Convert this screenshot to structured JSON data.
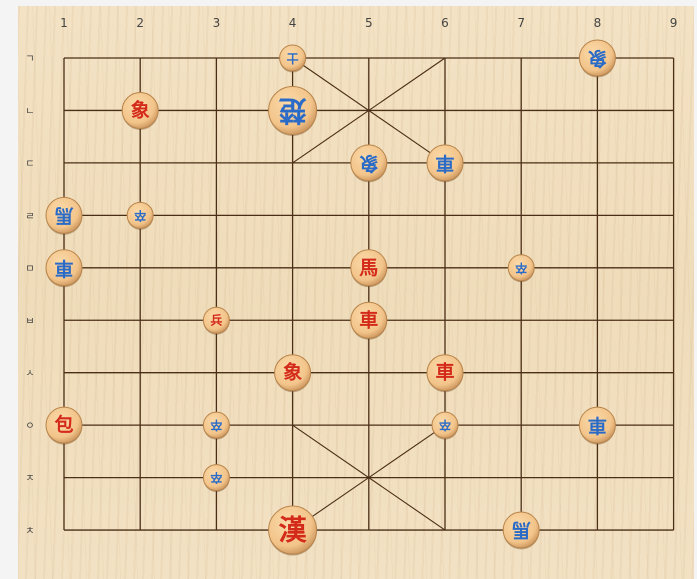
{
  "board": {
    "colors": {
      "line": "#4a2e16",
      "piece_face": "#f2c48a",
      "piece_edge": "#c8915a",
      "red": "#d42a1a",
      "blue": "#2a6bc8"
    },
    "column_labels": [
      "1",
      "2",
      "3",
      "4",
      "5",
      "6",
      "7",
      "8",
      "9"
    ],
    "row_labels": [
      "ㄱ",
      "ㄴ",
      "ㄷ",
      "ㄹ",
      "ㅁ",
      "ㅂ",
      "ㅅ",
      "ㅇ",
      "ㅈ",
      "ㅊ"
    ],
    "pieces": [
      {
        "id": "blue-sa-top",
        "char": "士",
        "side": "blue",
        "col": 4,
        "row": 1,
        "size": "small",
        "rotated": true
      },
      {
        "id": "blue-sang-top-right",
        "char": "象",
        "side": "blue",
        "col": 8,
        "row": 1,
        "size": "medium",
        "rotated": true
      },
      {
        "id": "red-sang-2",
        "char": "象",
        "side": "red",
        "col": 2,
        "row": 2,
        "size": "medium",
        "rotated": false
      },
      {
        "id": "blue-general",
        "char": "楚",
        "side": "blue",
        "col": 4,
        "row": 2,
        "size": "large",
        "rotated": true
      },
      {
        "id": "blue-sang-5",
        "char": "象",
        "side": "blue",
        "col": 5,
        "row": 3,
        "size": "medium",
        "rotated": true
      },
      {
        "id": "blue-cha-6",
        "char": "車",
        "side": "blue",
        "col": 6,
        "row": 3,
        "size": "medium",
        "rotated": true
      },
      {
        "id": "blue-ma-1",
        "char": "馬",
        "side": "blue",
        "col": 1,
        "row": 4,
        "size": "medium",
        "rotated": true
      },
      {
        "id": "blue-jol-2",
        "char": "卒",
        "side": "blue",
        "col": 2,
        "row": 4,
        "size": "small",
        "rotated": true
      },
      {
        "id": "blue-cha-1",
        "char": "車",
        "side": "blue",
        "col": 1,
        "row": 5,
        "size": "medium",
        "rotated": true
      },
      {
        "id": "red-ma-5",
        "char": "馬",
        "side": "red",
        "col": 5,
        "row": 5,
        "size": "medium",
        "rotated": false
      },
      {
        "id": "blue-jol-7",
        "char": "卒",
        "side": "blue",
        "col": 7,
        "row": 5,
        "size": "small",
        "rotated": true
      },
      {
        "id": "red-byeong-3",
        "char": "兵",
        "side": "red",
        "col": 3,
        "row": 6,
        "size": "small",
        "rotated": false
      },
      {
        "id": "red-cha-5",
        "char": "車",
        "side": "red",
        "col": 5,
        "row": 6,
        "size": "medium",
        "rotated": false
      },
      {
        "id": "red-sang-4",
        "char": "象",
        "side": "red",
        "col": 4,
        "row": 7,
        "size": "medium",
        "rotated": false
      },
      {
        "id": "red-cha-6",
        "char": "車",
        "side": "red",
        "col": 6,
        "row": 7,
        "size": "medium",
        "rotated": false
      },
      {
        "id": "red-po-1",
        "char": "包",
        "side": "red",
        "col": 1,
        "row": 8,
        "size": "medium",
        "rotated": false
      },
      {
        "id": "blue-jol-3a",
        "char": "卒",
        "side": "blue",
        "col": 3,
        "row": 8,
        "size": "small",
        "rotated": true
      },
      {
        "id": "blue-jol-6",
        "char": "卒",
        "side": "blue",
        "col": 6,
        "row": 8,
        "size": "small",
        "rotated": true
      },
      {
        "id": "blue-cha-8",
        "char": "車",
        "side": "blue",
        "col": 8,
        "row": 8,
        "size": "medium",
        "rotated": true
      },
      {
        "id": "blue-jol-3b",
        "char": "卒",
        "side": "blue",
        "col": 3,
        "row": 9,
        "size": "small",
        "rotated": true
      },
      {
        "id": "red-general",
        "char": "漢",
        "side": "red",
        "col": 4,
        "row": 10,
        "size": "large",
        "rotated": false
      },
      {
        "id": "blue-ma-7",
        "char": "馬",
        "side": "blue",
        "col": 7,
        "row": 10,
        "size": "medium",
        "rotated": true
      }
    ]
  }
}
